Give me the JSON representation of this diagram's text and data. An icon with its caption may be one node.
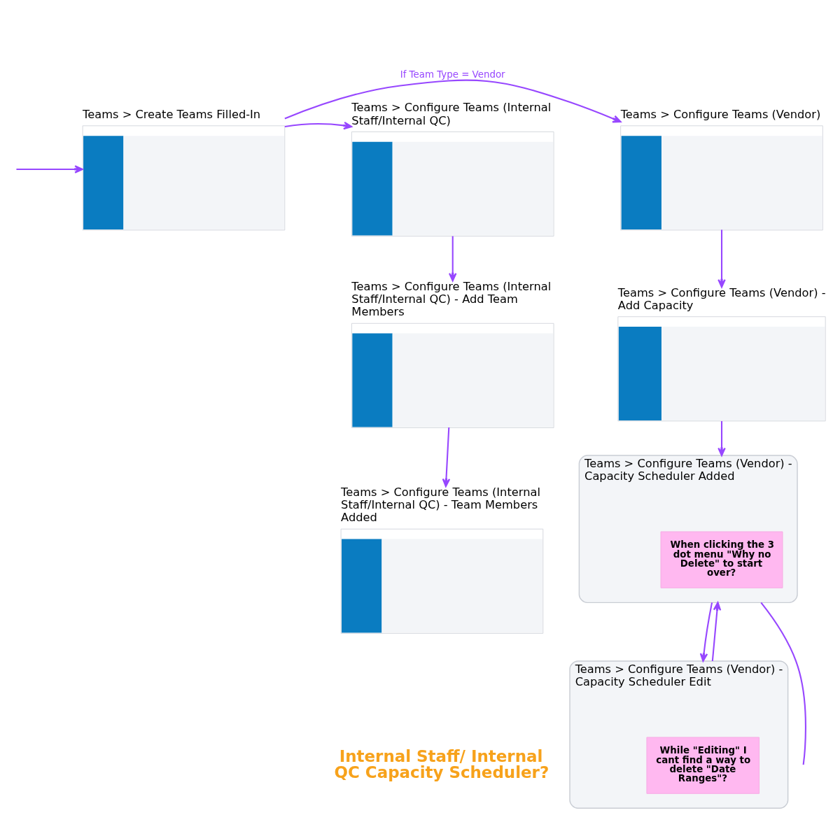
{
  "diagram": {
    "nodes": [
      {
        "text": [
          "Teams > Create Teams Filled-In"
        ]
      },
      {
        "text": [
          "Teams > Configure Teams (Internal Staff/Internal QC)"
        ]
      },
      {
        "text": [
          "Teams > Configure Teams (Vendor)"
        ]
      },
      {
        "text": [
          "Teams > Configure Teams (Internal Staff/Internal QC) - Add Team Members"
        ]
      },
      {
        "text": [
          "Teams > Configure Teams (Vendor) - Add Capacity"
        ]
      },
      {
        "text": [
          "Teams > Configure Teams (Internal Staff/Internal QC) - Team Members Added"
        ]
      },
      {
        "text": [
          "Teams > Configure Teams (Vendor) - Capacity Scheduler Added"
        ]
      },
      {
        "text": [
          "When clicking the 3 dot menu \"Why no Delete\" to start over?"
        ],
        "in": 6
      },
      {
        "text": [
          "Teams > Configure Teams (Vendor) - Capacity Scheduler Edit"
        ]
      },
      {
        "text": [
          "While \"Editing\" I cant find a way to delete \"Date Ranges\"?"
        ],
        "in": 8
      }
    ],
    "edges": [
      {
        "from": null,
        "to": 0,
        "arrow": "to"
      },
      {
        "from": 0,
        "to": 1,
        "arrow": "to"
      },
      {
        "from": 0,
        "to": 2,
        "arrow": "to",
        "label": "If Team Type = Vendor"
      },
      {
        "from": 1,
        "to": 3,
        "arrow": "to"
      },
      {
        "from": 2,
        "to": 4,
        "arrow": "to"
      },
      {
        "from": 3,
        "to": 5,
        "arrow": "to"
      },
      {
        "from": 4,
        "to": 6,
        "arrow": "to"
      },
      {
        "from": 6,
        "to": null,
        "arrow": "none"
      },
      {
        "from": 6,
        "to": 8,
        "arrow": "to"
      },
      {
        "from": 8,
        "to": 6,
        "arrow": "to"
      }
    ],
    "labels": [
      "Internal Staff/ Internal QC Capacity Scheduler?"
    ]
  }
}
